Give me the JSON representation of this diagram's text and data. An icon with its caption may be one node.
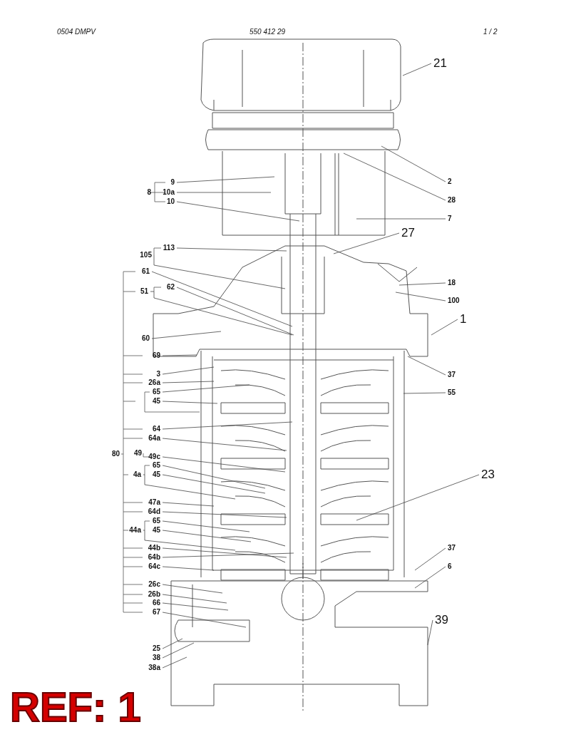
{
  "diagram": {
    "nodes": [
      {
        "text": [
          "9"
        ]
      },
      {
        "text": [
          "10a"
        ]
      },
      {
        "text": [
          "10"
        ]
      },
      {
        "text": [
          "113"
        ]
      },
      {
        "text": [
          "61"
        ]
      },
      {
        "text": [
          "62"
        ]
      },
      {
        "text": [
          "60"
        ]
      },
      {
        "text": [
          "69"
        ]
      },
      {
        "text": [
          "3"
        ]
      },
      {
        "text": [
          "26a"
        ]
      },
      {
        "text": [
          "65"
        ]
      },
      {
        "text": [
          "45"
        ]
      },
      {
        "text": [
          "64"
        ]
      },
      {
        "text": [
          "64a"
        ]
      },
      {
        "text": [
          "49c"
        ]
      },
      {
        "text": [
          "65"
        ]
      },
      {
        "text": [
          "45"
        ]
      },
      {
        "text": [
          "47a"
        ]
      },
      {
        "text": [
          "64d"
        ]
      },
      {
        "text": [
          "65"
        ]
      },
      {
        "text": [
          "45"
        ]
      },
      {
        "text": [
          "44b"
        ]
      },
      {
        "text": [
          "64b"
        ]
      },
      {
        "text": [
          "64c"
        ]
      },
      {
        "text": [
          "26c"
        ]
      },
      {
        "text": [
          "26b"
        ]
      },
      {
        "text": [
          "66"
        ]
      },
      {
        "text": [
          "67"
        ]
      },
      {
        "text": [
          "25"
        ]
      },
      {
        "text": [
          "38"
        ]
      },
      {
        "text": [
          "38a"
        ]
      },
      {
        "text": [
          "21"
        ]
      },
      {
        "text": [
          "2"
        ]
      },
      {
        "text": [
          "28"
        ]
      },
      {
        "text": [
          "7"
        ]
      },
      {
        "text": [
          "27"
        ]
      },
      {
        "text": [
          "18"
        ]
      },
      {
        "text": [
          "100"
        ]
      },
      {
        "text": [
          "1"
        ]
      },
      {
        "text": [
          "37"
        ]
      },
      {
        "text": [
          "55"
        ]
      },
      {
        "text": [
          "23"
        ]
      },
      {
        "text": [
          "37"
        ]
      },
      {
        "text": [
          "6"
        ]
      },
      {
        "text": [
          "39"
        ]
      },
      {
        "text": [
          "105"
        ]
      },
      {
        "text": [
          "51"
        ]
      },
      {
        "text": [
          "4a"
        ]
      },
      {
        "text": [
          "44a"
        ]
      }
    ],
    "edges": [
      {
        "from": 0,
        "to": null,
        "arrow": "none"
      },
      {
        "from": 1,
        "to": null,
        "arrow": "none"
      },
      {
        "from": 2,
        "to": null,
        "arrow": "none"
      },
      {
        "from": 3,
        "to": null,
        "arrow": "none"
      },
      {
        "from": 4,
        "to": null,
        "arrow": "none"
      },
      {
        "from": 5,
        "to": null,
        "arrow": "none"
      },
      {
        "from": 6,
        "to": null,
        "arrow": "none"
      },
      {
        "from": 7,
        "to": null,
        "arrow": "none"
      },
      {
        "from": 8,
        "to": null,
        "arrow": "none"
      },
      {
        "from": 9,
        "to": null,
        "arrow": "none"
      },
      {
        "from": 10,
        "to": null,
        "arrow": "none"
      },
      {
        "from": 11,
        "to": null,
        "arrow": "none"
      },
      {
        "from": 12,
        "to": null,
        "arrow": "none"
      },
      {
        "from": 13,
        "to": null,
        "arrow": "none"
      },
      {
        "from": 14,
        "to": null,
        "arrow": "none"
      },
      {
        "from": 15,
        "to": null,
        "arrow": "none"
      },
      {
        "from": 16,
        "to": null,
        "arrow": "none"
      },
      {
        "from": 17,
        "to": null,
        "arrow": "none"
      },
      {
        "from": 18,
        "to": null,
        "arrow": "none"
      },
      {
        "from": 19,
        "to": null,
        "arrow": "none"
      },
      {
        "from": 20,
        "to": null,
        "arrow": "none"
      },
      {
        "from": 21,
        "to": null,
        "arrow": "none"
      },
      {
        "from": 22,
        "to": null,
        "arrow": "none"
      },
      {
        "from": 23,
        "to": null,
        "arrow": "none"
      },
      {
        "from": 24,
        "to": null,
        "arrow": "none"
      },
      {
        "from": 25,
        "to": null,
        "arrow": "none"
      },
      {
        "from": 26,
        "to": null,
        "arrow": "none"
      },
      {
        "from": 27,
        "to": null,
        "arrow": "none"
      },
      {
        "from": 28,
        "to": null,
        "arrow": "none"
      },
      {
        "from": 29,
        "to": null,
        "arrow": "none"
      },
      {
        "from": 30,
        "to": null,
        "arrow": "none"
      },
      {
        "from": 31,
        "to": null,
        "arrow": "none"
      },
      {
        "from": 32,
        "to": null,
        "arrow": "none"
      },
      {
        "from": 33,
        "to": null,
        "arrow": "none"
      },
      {
        "from": 34,
        "to": null,
        "arrow": "none"
      },
      {
        "from": 35,
        "to": null,
        "arrow": "none"
      },
      {
        "from": 36,
        "to": null,
        "arrow": "none"
      },
      {
        "from": 37,
        "to": null,
        "arrow": "none"
      },
      {
        "from": 38,
        "to": null,
        "arrow": "none"
      },
      {
        "from": 39,
        "to": null,
        "arrow": "none"
      },
      {
        "from": 40,
        "to": null,
        "arrow": "none"
      },
      {
        "from": 41,
        "to": null,
        "arrow": "none"
      },
      {
        "from": 42,
        "to": null,
        "arrow": "none"
      },
      {
        "from": 43,
        "to": null,
        "arrow": "none"
      },
      {
        "from": 44,
        "to": null,
        "arrow": "none"
      },
      {
        "from": 45,
        "to": null,
        "arrow": "none"
      },
      {
        "from": 46,
        "to": null,
        "arrow": "none"
      },
      {
        "from": 47,
        "to": null,
        "arrow": "none"
      },
      {
        "from": 48,
        "to": null,
        "arrow": "none"
      }
    ],
    "labels": [
      "0504 DMPV",
      "550 412 29",
      "1 /   2",
      "8",
      "80",
      "49",
      "REF: 1"
    ]
  }
}
